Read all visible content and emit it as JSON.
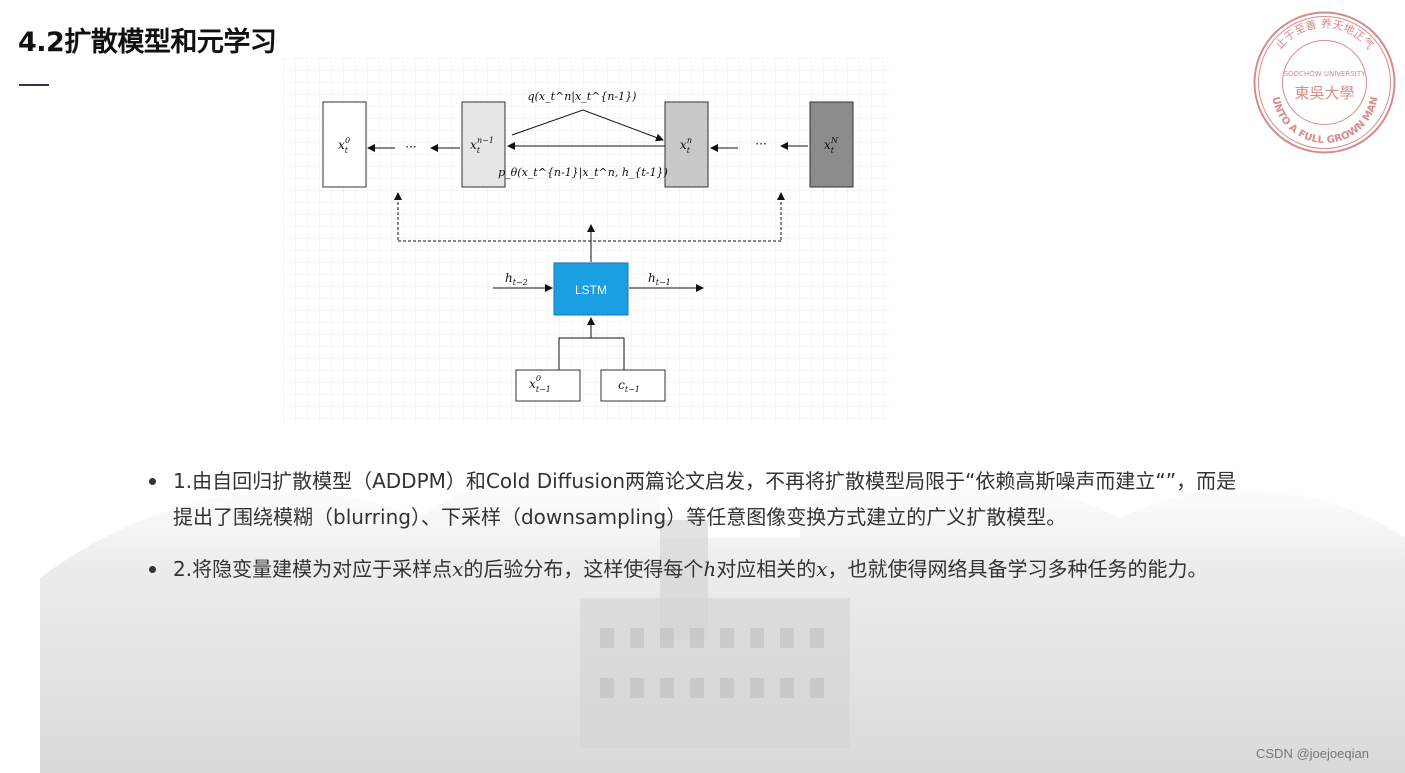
{
  "title": "4.2扩散模型和元学习",
  "seal": {
    "top_text": "止于至善 养天地正气",
    "motto": "UNTO A FULL GROWN MAN",
    "name": "SOOCHOW UNIVERSITY",
    "chinese": "東吳大學"
  },
  "diagram": {
    "nodes": {
      "x0": {
        "main": "x",
        "sub": "t",
        "sup": "0"
      },
      "xn1": {
        "main": "x",
        "sub": "t",
        "sup": "n−1"
      },
      "xn": {
        "main": "x",
        "sub": "t",
        "sup": "n"
      },
      "xN": {
        "main": "x",
        "sub": "t",
        "sup": "N"
      },
      "lstm": "LSTM",
      "x0prev": {
        "main": "x",
        "sub": "t−1",
        "sup": "0"
      },
      "cprev": {
        "main": "c",
        "sub": "t−1"
      }
    },
    "ellipsis": "···",
    "q_label": "q(x_t^n|x_t^{n-1})",
    "p_label": "p_θ(x_t^{n-1}|x_t^n, h_{t-1})",
    "h_in": {
      "main": "h",
      "sub": "t−2"
    },
    "h_out": {
      "main": "h",
      "sub": "t−1"
    }
  },
  "bullets": [
    {
      "pre": "1.由自回归扩散模型（ADDPM）和Cold Diffusion两篇论文启发，不再将扩散模型局限于“依赖高斯噪声而建立“”，而是提出了围绕模糊（blurring）、下采样（downsampling）等任意图像变换方式建立的广义扩散模型。"
    },
    {
      "pre": "2.将隐变量建模为对应于采样点",
      "m1": "x",
      "mid1": "的后验分布，这样使得每个",
      "m2": "h",
      "mid2": "对应相关的",
      "m3": "x",
      "post": "，也就使得网络具备学习多种任务的能力。"
    }
  ],
  "watermark": "CSDN @joejoeqian",
  "colors": {
    "lstm_fill": "#1aa0e2",
    "xn1_fill": "#e6e6e6",
    "xn_fill": "#c9c9c9",
    "xN_fill": "#8c8c8c",
    "grid": "#e6e6e6",
    "seal": "#d98a8a"
  }
}
